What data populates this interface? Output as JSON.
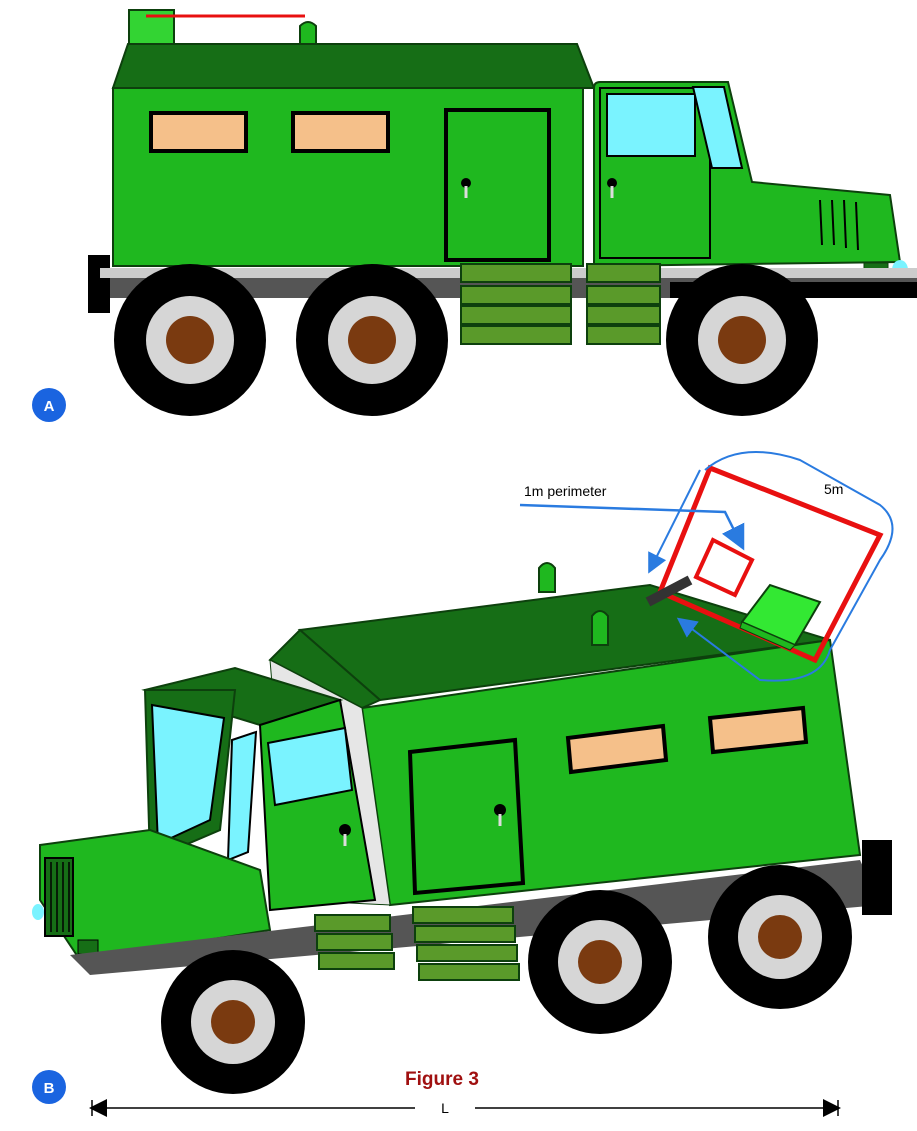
{
  "panels": [
    {
      "badge": "A"
    },
    {
      "badge": "B"
    }
  ],
  "annotations": {
    "perimeter_1m": "1m perimeter",
    "perimeter_5m": "5m"
  },
  "caption": "Figure 3",
  "dimension": {
    "label": "L"
  },
  "colors": {
    "body_green": "#1fb81f",
    "dark_green": "#166e16",
    "window_cyan": "#7af3ff",
    "window_peach": "#f5c08a",
    "step_green": "#5a9a2a",
    "hub_brown": "#7a3a10",
    "perimeter_red": "#e81010",
    "arrow_blue": "#2a7be0",
    "badge_blue": "#1a64e0",
    "caption_red": "#a01010"
  }
}
